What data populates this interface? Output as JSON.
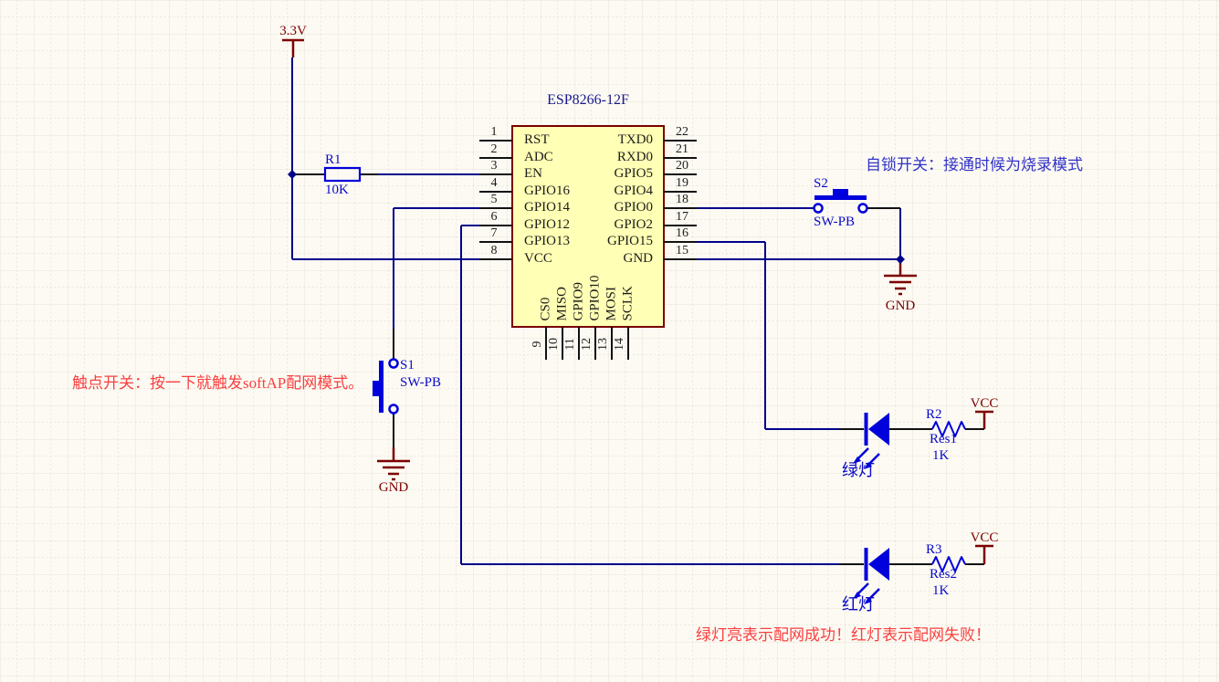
{
  "chip": {
    "title": "ESP8266-12F",
    "left_pins": [
      {
        "num": "1",
        "name": "RST"
      },
      {
        "num": "2",
        "name": "ADC"
      },
      {
        "num": "3",
        "name": "EN"
      },
      {
        "num": "4",
        "name": "GPIO16"
      },
      {
        "num": "5",
        "name": "GPIO14"
      },
      {
        "num": "6",
        "name": "GPIO12"
      },
      {
        "num": "7",
        "name": "GPIO13"
      },
      {
        "num": "8",
        "name": "VCC"
      }
    ],
    "right_pins": [
      {
        "num": "22",
        "name": "TXD0"
      },
      {
        "num": "21",
        "name": "RXD0"
      },
      {
        "num": "20",
        "name": "GPIO5"
      },
      {
        "num": "19",
        "name": "GPIO4"
      },
      {
        "num": "18",
        "name": "GPIO0"
      },
      {
        "num": "17",
        "name": "GPIO2"
      },
      {
        "num": "16",
        "name": "GPIO15"
      },
      {
        "num": "15",
        "name": "GND"
      }
    ],
    "bottom_pins": [
      {
        "num": "9",
        "name": "CS0"
      },
      {
        "num": "10",
        "name": "MISO"
      },
      {
        "num": "11",
        "name": "GPIO9"
      },
      {
        "num": "12",
        "name": "GPIO10"
      },
      {
        "num": "13",
        "name": "MOSI"
      },
      {
        "num": "14",
        "name": "SCLK"
      }
    ]
  },
  "components": {
    "r1": {
      "ref": "R1",
      "value": "10K"
    },
    "r2": {
      "ref": "R2",
      "part": "Res1",
      "value": "1K"
    },
    "r3": {
      "ref": "R3",
      "part": "Res2",
      "value": "1K"
    },
    "s1": {
      "ref": "S1",
      "part": "SW-PB"
    },
    "s2": {
      "ref": "S2",
      "part": "SW-PB"
    },
    "led_green": {
      "label": "绿灯"
    },
    "led_red": {
      "label": "红灯"
    }
  },
  "power": {
    "rail_33": "3.3V",
    "vcc_green": "VCC",
    "vcc_red": "VCC",
    "gnd_s2": "GND",
    "gnd_s1": "GND"
  },
  "annotations": {
    "s2_note": "自锁开关：接通时候为烧录模式",
    "s1_note": "触点开关：按一下就触发softAP配网模式。",
    "result_note": "绿灯亮表示配网成功！红灯表示配网失败！"
  },
  "colors": {
    "wire": "#00008B",
    "symbol": "#0000DC",
    "component_label": "#0A0AC8",
    "power_symbol": "#7D0000",
    "note_blue": "#3232C8",
    "note_red": "#FA4040",
    "chip_fill": "#FFFFB5",
    "chip_border": "#7A0000"
  }
}
